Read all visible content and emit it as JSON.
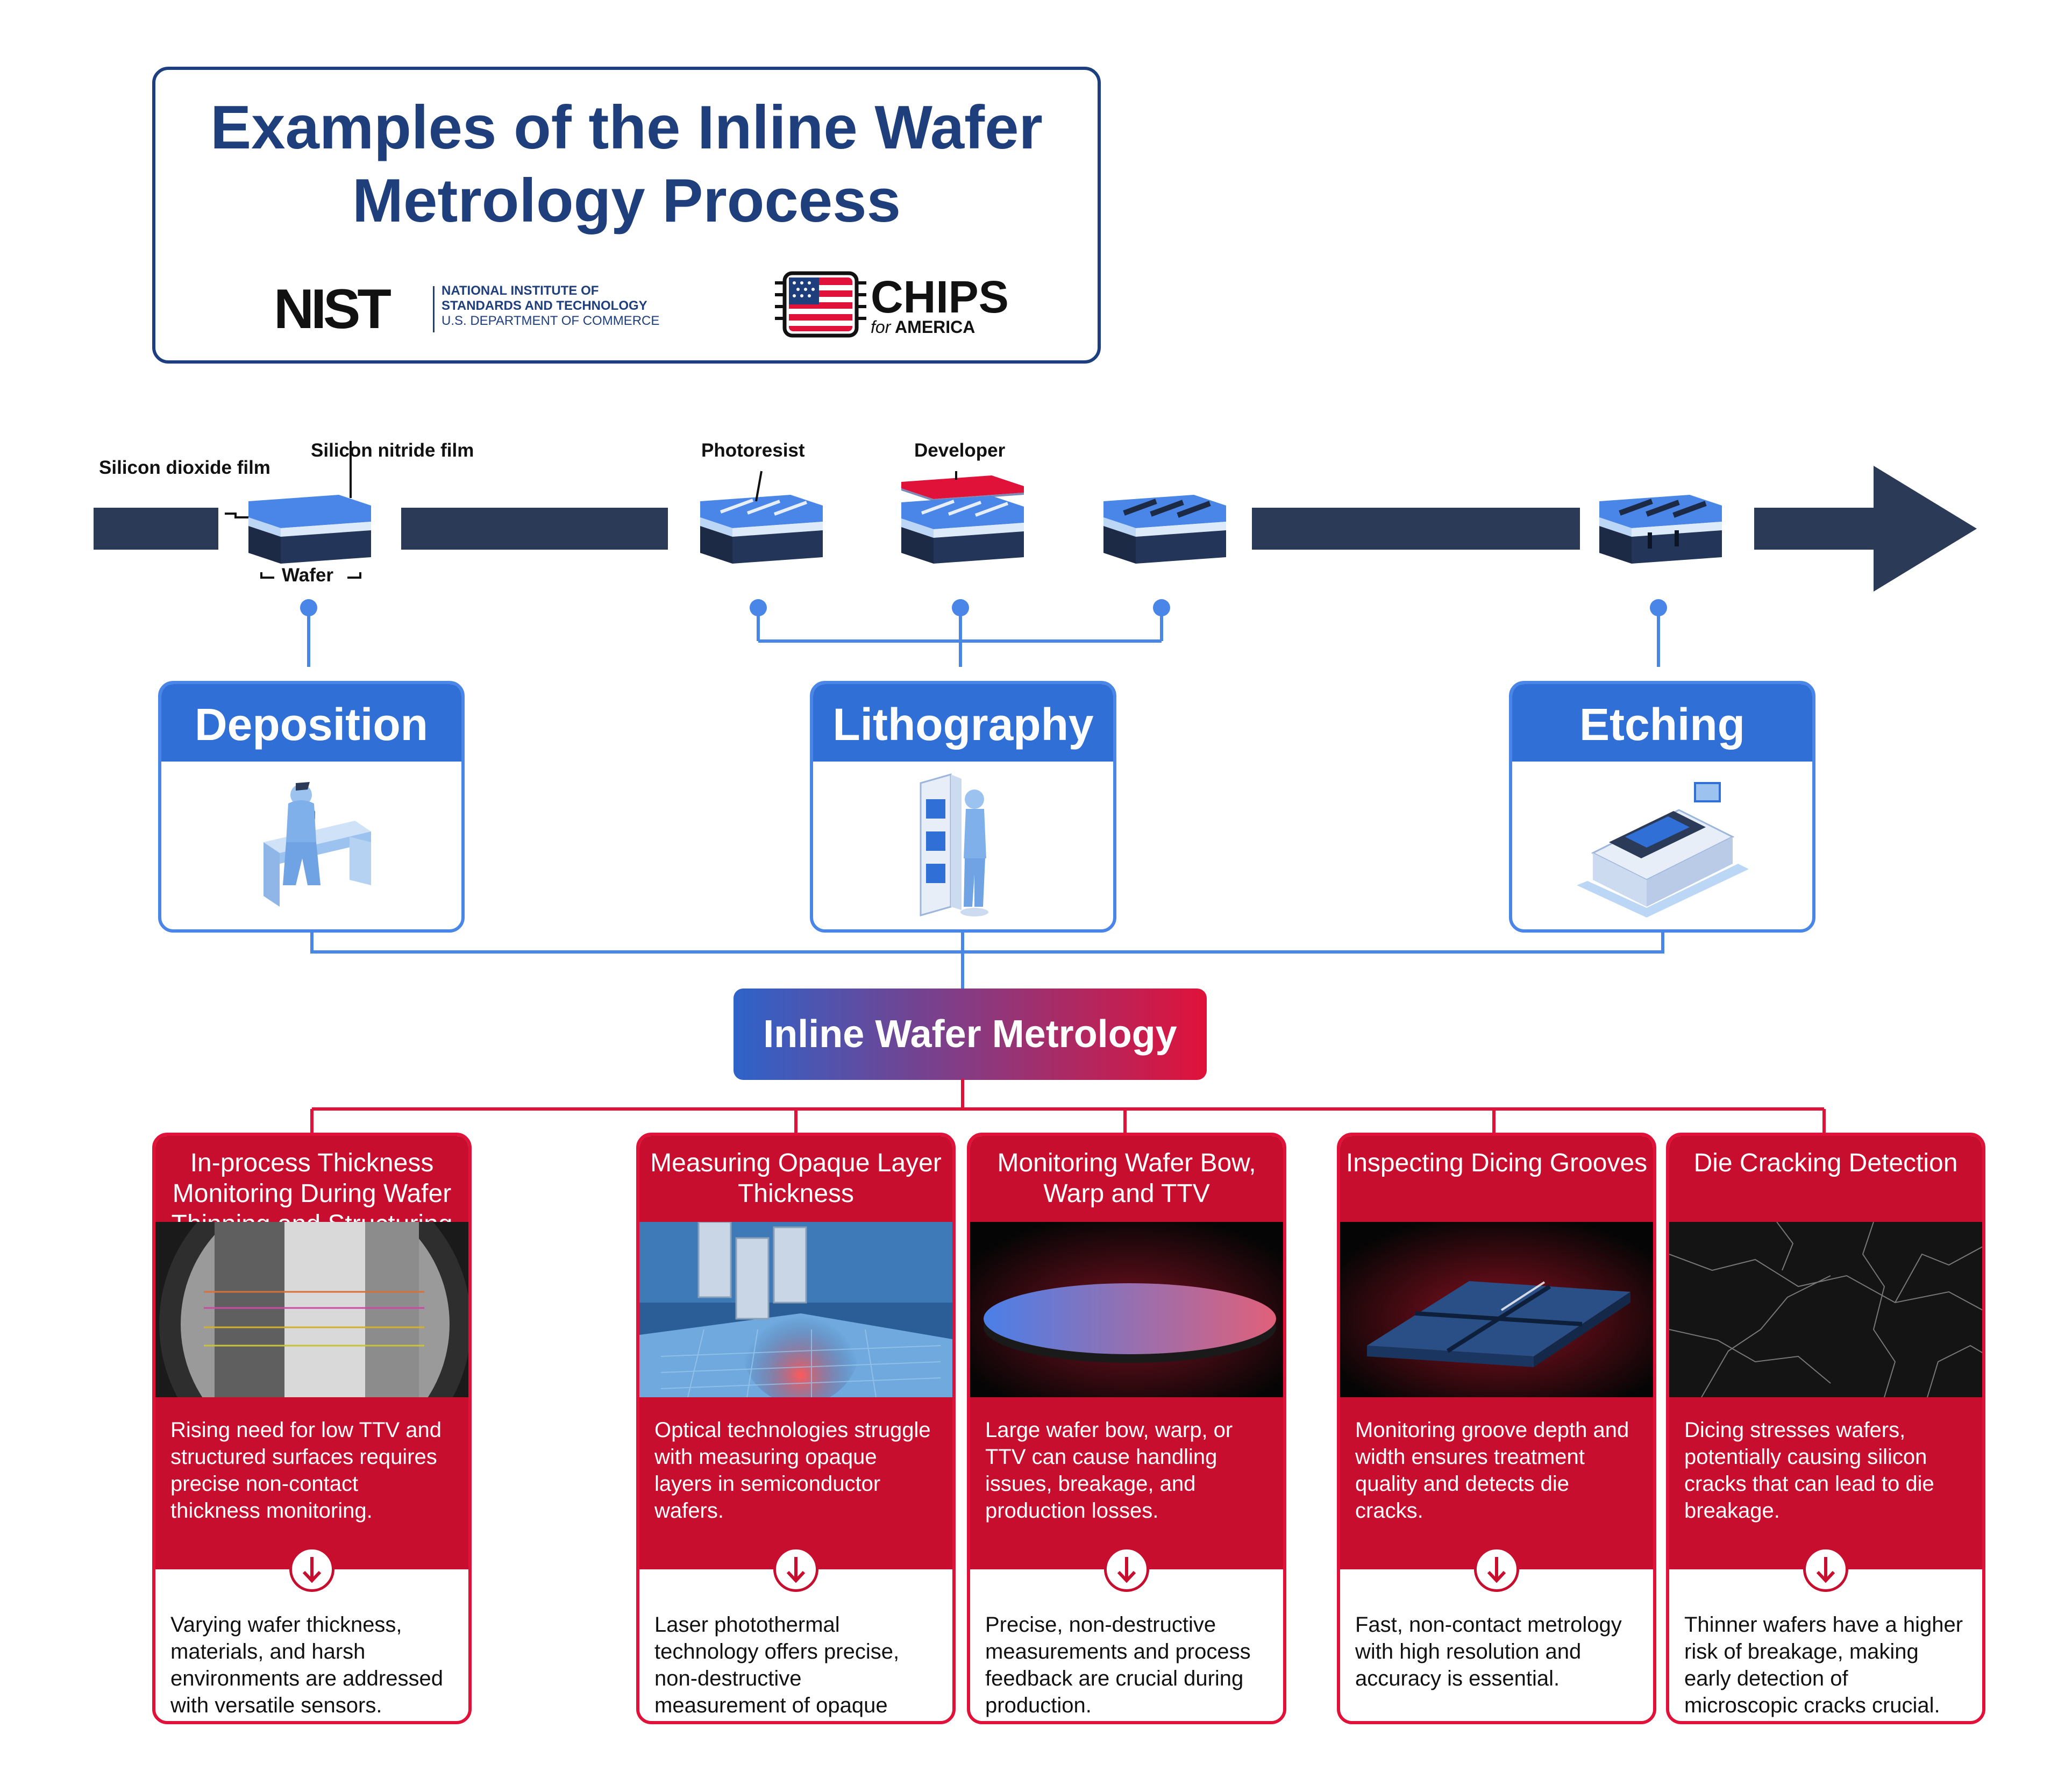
{
  "title": "Examples of the Inline Wafer Metrology Process",
  "logos": {
    "nist_word": "NIST",
    "nist_line1": "NATIONAL INSTITUTE OF",
    "nist_line2": "STANDARDS AND TECHNOLOGY",
    "nist_line3": "U.S. DEPARTMENT OF COMMERCE",
    "chips_word": "CHIPS",
    "chips_for": "for",
    "chips_america": "AMERICA"
  },
  "process_labels": {
    "silicon_dioxide": "Silicon dioxide film",
    "silicon_nitride": "Silicon nitride film",
    "wafer": "Wafer",
    "photoresist": "Photoresist",
    "developer": "Developer"
  },
  "stages": [
    {
      "label": "Deposition",
      "icon": "lab-worker-icon"
    },
    {
      "label": "Lithography",
      "icon": "lithography-machine-icon"
    },
    {
      "label": "Etching",
      "icon": "etching-machine-icon"
    }
  ],
  "metrology_label": "Inline Wafer Metrology",
  "cards": [
    {
      "title": "In-process Thickness Monitoring During Wafer Thinning and Structuring",
      "problem": "Rising need for low TTV and structured surfaces requires precise non-contact thickness monitoring.",
      "solution": "Varying wafer thickness, materials, and harsh environments are addressed with versatile sensors."
    },
    {
      "title": "Measuring Opaque Layer Thickness",
      "problem": "Optical technologies struggle with measuring opaque layers in semiconductor wafers.",
      "solution": "Laser photothermal technology offers precise, non-destructive measurement of opaque coatings."
    },
    {
      "title": "Monitoring Wafer Bow, Warp and TTV",
      "problem": "Large wafer bow, warp, or TTV can cause handling issues, breakage, and production losses.",
      "solution": "Precise, non-destructive measurements and process feedback are crucial during production."
    },
    {
      "title": "Inspecting Dicing Grooves",
      "problem": "Monitoring groove depth and width ensures treatment quality and detects die cracks.",
      "solution": "Fast, non-contact metrology with high resolution and accuracy is essential."
    },
    {
      "title": "Die Cracking Detection",
      "problem": "Dicing stresses wafers, potentially causing silicon cracks that can lead to die breakage.",
      "solution": "Thinner wafers have a higher risk of breakage, making early detection of microscopic cracks crucial."
    }
  ],
  "colors": {
    "navy": "#1f3e7c",
    "band": "#2b3a57",
    "blue": "#2f6fd6",
    "red": "#c80e2e"
  }
}
